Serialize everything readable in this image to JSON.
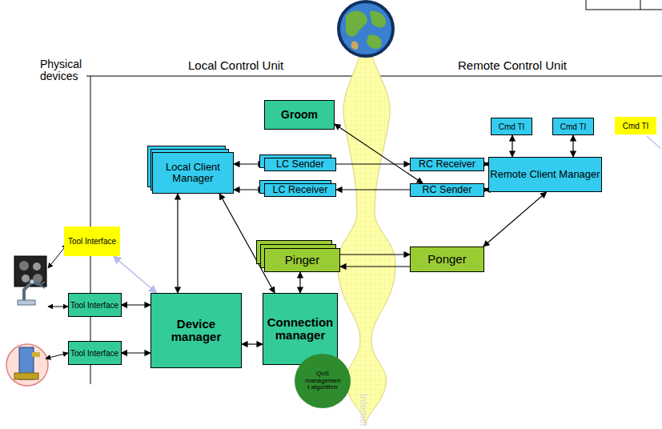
{
  "diagram": {
    "nodes": [
      {
        "text": [
          "Groom"
        ]
      },
      {
        "text": [
          "Local Client Manager"
        ]
      },
      {
        "text": [
          "LC Sender"
        ]
      },
      {
        "text": [
          "LC Receiver"
        ]
      },
      {
        "text": [
          "RC Receiver"
        ]
      },
      {
        "text": [
          "RC Sender"
        ]
      },
      {
        "text": [
          "Cmd TI"
        ]
      },
      {
        "text": [
          "Cmd TI"
        ]
      },
      {
        "text": [
          "Cmd TI"
        ]
      },
      {
        "text": [
          "Remote Client Manager"
        ]
      },
      {
        "text": [
          "Pinger"
        ]
      },
      {
        "text": [
          "Ponger"
        ]
      },
      {
        "text": [
          "Tool Interface"
        ]
      },
      {
        "text": [
          "Tool Interface"
        ]
      },
      {
        "text": [
          "Tool Interface"
        ]
      },
      {
        "text": [
          "Device manager"
        ]
      },
      {
        "text": [
          "Connection manager"
        ]
      },
      {
        "text": [
          "QoS managemen t algorithm"
        ]
      }
    ],
    "edges": [
      {
        "from": 0,
        "to": 5,
        "arrow": "both"
      },
      {
        "from": 1,
        "to": 2,
        "arrow": "both"
      },
      {
        "from": 1,
        "to": 3,
        "arrow": "both"
      },
      {
        "from": 2,
        "to": 4,
        "arrow": "to"
      },
      {
        "from": 5,
        "to": 3,
        "arrow": "to"
      },
      {
        "from": 4,
        "to": 9,
        "arrow": "both"
      },
      {
        "from": 5,
        "to": 9,
        "arrow": "both"
      },
      {
        "from": 6,
        "to": 9,
        "arrow": "both"
      },
      {
        "from": 7,
        "to": 9,
        "arrow": "both"
      },
      {
        "from": 10,
        "to": 11,
        "arrow": "to"
      },
      {
        "from": 11,
        "to": 10,
        "arrow": "to"
      },
      {
        "from": 11,
        "to": 9,
        "arrow": "both"
      },
      {
        "from": 10,
        "to": 16,
        "arrow": "both"
      },
      {
        "from": 1,
        "to": 15,
        "arrow": "both"
      },
      {
        "from": 1,
        "to": 16,
        "arrow": "both"
      },
      {
        "from": 15,
        "to": 16,
        "arrow": "both"
      },
      {
        "from": 12,
        "to": 15,
        "arrow": "both"
      },
      {
        "from": 13,
        "to": 15,
        "arrow": "both"
      },
      {
        "from": 14,
        "to": 15,
        "arrow": "both"
      }
    ],
    "labels": [
      "Physical devices",
      "Local Control Unit",
      "Remote Control Unit",
      "Internet"
    ]
  }
}
